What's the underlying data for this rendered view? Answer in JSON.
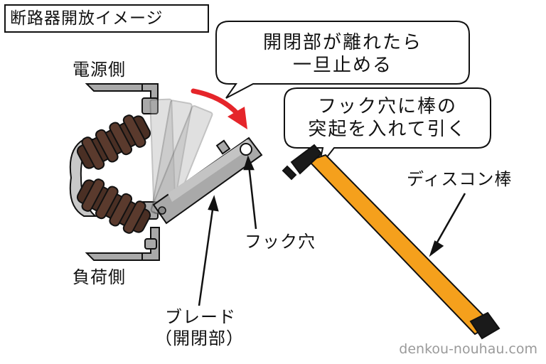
{
  "title": "断路器開放イメージ",
  "bubbles": {
    "top_line1": "開閉部が離れたら",
    "top_line2": "一旦止める",
    "hook_line1": "フック穴に棒の",
    "hook_line2": "突起を入れて引く"
  },
  "labels": {
    "power_side": "電源側",
    "load_side": "負荷側",
    "hook_hole": "フック穴",
    "blade_line1": "ブレード",
    "blade_line2": "（開閉部）",
    "disconnect_rod": "ディスコン棒"
  },
  "watermark": "denkou-nouhau.com",
  "colors": {
    "insulator": "#4a2f24",
    "metal": "#a9a9a9",
    "rod": "#f5a01c",
    "rod_tip": "#1a1a1a",
    "arrow": "#e5252a",
    "outline": "#111111"
  }
}
